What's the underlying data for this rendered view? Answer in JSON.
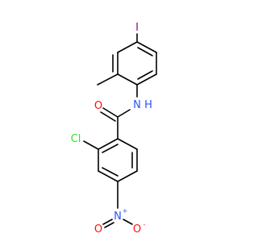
{
  "molecule": {
    "atoms": [
      {
        "id": "iodine",
        "label": "I",
        "color": "#940094"
      },
      {
        "id": "amide_n",
        "label": "N",
        "color": "#3050F8"
      },
      {
        "id": "amide_h",
        "label": "H",
        "color": "#3050F8"
      },
      {
        "id": "carbonyl_o",
        "label": "O",
        "color": "#FF0D0D"
      },
      {
        "id": "chlorine",
        "label": "Cl",
        "color": "#1FF01F"
      },
      {
        "id": "nitro_n",
        "label": "N",
        "color": "#3050F8"
      },
      {
        "id": "nitro_n_charge",
        "label": "+",
        "color": "#3050F8"
      },
      {
        "id": "nitro_o_left",
        "label": "O",
        "color": "#FF0D0D"
      },
      {
        "id": "nitro_o_right",
        "label": "O",
        "color": "#FF0D0D"
      },
      {
        "id": "nitro_o_charge",
        "label": "-",
        "color": "#FF0D0D"
      }
    ]
  }
}
